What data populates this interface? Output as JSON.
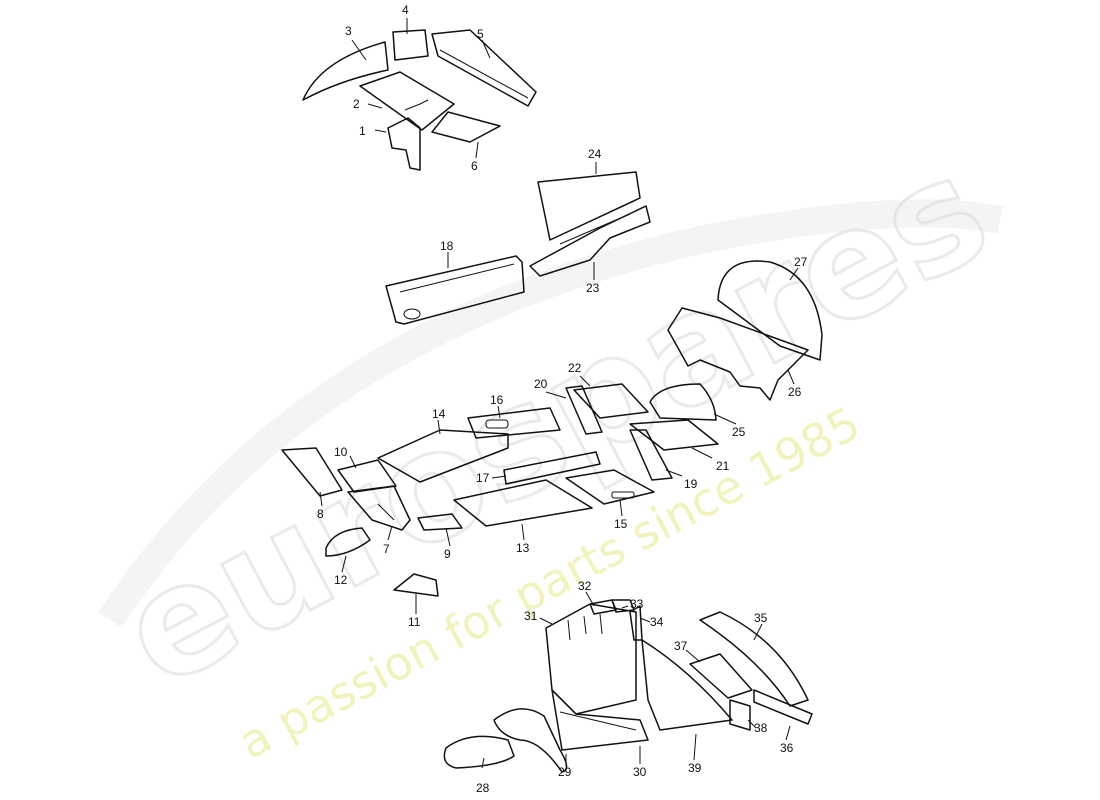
{
  "watermark": {
    "brand": "eurospares",
    "tagline": "a passion for parts since 1985"
  },
  "callouts": [
    {
      "id": "1",
      "label": "1"
    },
    {
      "id": "2",
      "label": "2"
    },
    {
      "id": "3",
      "label": "3"
    },
    {
      "id": "4",
      "label": "4"
    },
    {
      "id": "5",
      "label": "5"
    },
    {
      "id": "6",
      "label": "6"
    },
    {
      "id": "7",
      "label": "7"
    },
    {
      "id": "8",
      "label": "8"
    },
    {
      "id": "9",
      "label": "9"
    },
    {
      "id": "10",
      "label": "10"
    },
    {
      "id": "11",
      "label": "11"
    },
    {
      "id": "12",
      "label": "12"
    },
    {
      "id": "13",
      "label": "13"
    },
    {
      "id": "14",
      "label": "14"
    },
    {
      "id": "15",
      "label": "15"
    },
    {
      "id": "16",
      "label": "16"
    },
    {
      "id": "17",
      "label": "17"
    },
    {
      "id": "18",
      "label": "18"
    },
    {
      "id": "19",
      "label": "19"
    },
    {
      "id": "20",
      "label": "20"
    },
    {
      "id": "21",
      "label": "21"
    },
    {
      "id": "22",
      "label": "22"
    },
    {
      "id": "23",
      "label": "23"
    },
    {
      "id": "24",
      "label": "24"
    },
    {
      "id": "25",
      "label": "25"
    },
    {
      "id": "26",
      "label": "26"
    },
    {
      "id": "27",
      "label": "27"
    },
    {
      "id": "28",
      "label": "28"
    },
    {
      "id": "29",
      "label": "29"
    },
    {
      "id": "30",
      "label": "30"
    },
    {
      "id": "31",
      "label": "31"
    },
    {
      "id": "32",
      "label": "32"
    },
    {
      "id": "33",
      "label": "33"
    },
    {
      "id": "34",
      "label": "34"
    },
    {
      "id": "35",
      "label": "35"
    },
    {
      "id": "36",
      "label": "36"
    },
    {
      "id": "37",
      "label": "37"
    },
    {
      "id": "38",
      "label": "38"
    },
    {
      "id": "39",
      "label": "39"
    }
  ]
}
